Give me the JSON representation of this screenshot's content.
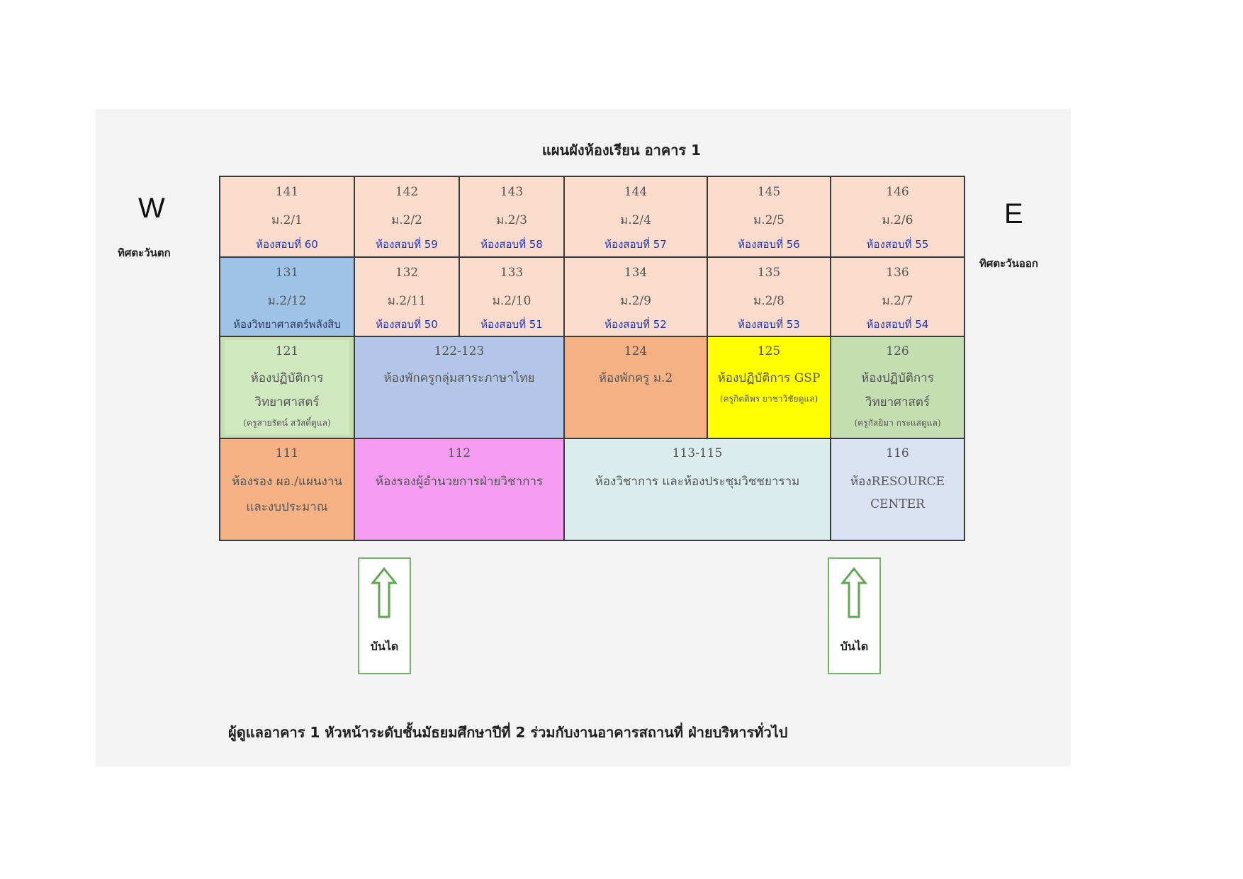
{
  "title": "แผนผังห้องเรียน อาคาร 1",
  "west": {
    "letter": "W",
    "label": "ทิศตะวันตก"
  },
  "east": {
    "letter": "E",
    "label": "ทิศตะวันออก"
  },
  "rooms": {
    "r141": {
      "number": "141",
      "class": "ม.2/1",
      "exam": "ห้องสอบที่ 60"
    },
    "r142": {
      "number": "142",
      "class": "ม.2/2",
      "exam": "ห้องสอบที่ 59"
    },
    "r143": {
      "number": "143",
      "class": "ม.2/3",
      "exam": "ห้องสอบที่ 58"
    },
    "r144": {
      "number": "144",
      "class": "ม.2/4",
      "exam": "ห้องสอบที่ 57"
    },
    "r145": {
      "number": "145",
      "class": "ม.2/5",
      "exam": "ห้องสอบที่ 56"
    },
    "r146": {
      "number": "146",
      "class": "ม.2/6",
      "exam": "ห้องสอบที่ 55"
    },
    "r131": {
      "number": "131",
      "class": "ม.2/12",
      "name": "ห้องวิทยาศาสตร์พลังสิบ"
    },
    "r132": {
      "number": "132",
      "class": "ม.2/11",
      "exam": "ห้องสอบที่ 50"
    },
    "r133": {
      "number": "133",
      "class": "ม.2/10",
      "exam": "ห้องสอบที่ 51"
    },
    "r134": {
      "number": "134",
      "class": "ม.2/9",
      "exam": "ห้องสอบที่ 52"
    },
    "r135": {
      "number": "135",
      "class": "ม.2/8",
      "exam": "ห้องสอบที่ 53"
    },
    "r136": {
      "number": "136",
      "class": "ม.2/7",
      "exam": "ห้องสอบที่ 54"
    },
    "r121": {
      "number": "121",
      "name1": "ห้องปฏิบัติการ",
      "name2": "วิทยาศาสตร์",
      "note": "(ครูสายรัตน์ สวัสดิ์ดูแล)"
    },
    "r122": {
      "number": "122-123",
      "name": "ห้องพักครูกลุ่มสาระภาษาไทย"
    },
    "r124": {
      "number": "124",
      "name": "ห้องพักครู ม.2"
    },
    "r125": {
      "number": "125",
      "name": "ห้องปฏิบัติการ GSP",
      "note": "(ครูกิตติพร ยาชาวิชัยดูแล)"
    },
    "r126": {
      "number": "126",
      "name1": "ห้องปฏิบัติการ",
      "name2": "วิทยาศาสตร์",
      "note": "(ครูกัลยิมา กระแสดูแล)"
    },
    "r111": {
      "number": "111",
      "name1": "ห้องรอง ผอ./แผนงาน",
      "name2": "และงบประมาณ"
    },
    "r112": {
      "number": "112",
      "name": "ห้องรองผู้อำนวยการฝ่ายวิชาการ"
    },
    "r113": {
      "number": "113-115",
      "name": "ห้องวิชาการ และห้องประชุมวิชชยาราม"
    },
    "r116": {
      "number": "116",
      "name1": "ห้องRESOURCE",
      "name2": "CENTER"
    }
  },
  "stairs": {
    "left_label": "บันได",
    "right_label": "บันได"
  },
  "colors": {
    "peach": "#f9dccb",
    "blue": "#9ec3e6",
    "green": "#c3deb0",
    "lavender": "#b4c6e7",
    "orange": "#f4b183",
    "yellow": "#ffff00",
    "magenta": "#f49cf2",
    "mint": "#daecec",
    "periwinkle": "#d9e1f2"
  },
  "footer": "ผู้ดูแลอาคาร 1 หัวหน้าระดับชั้นมัธยมศึกษาปีที่ 2 ร่วมกับงานอาคารสถานที่ ฝ่ายบริหารทั่วไป"
}
